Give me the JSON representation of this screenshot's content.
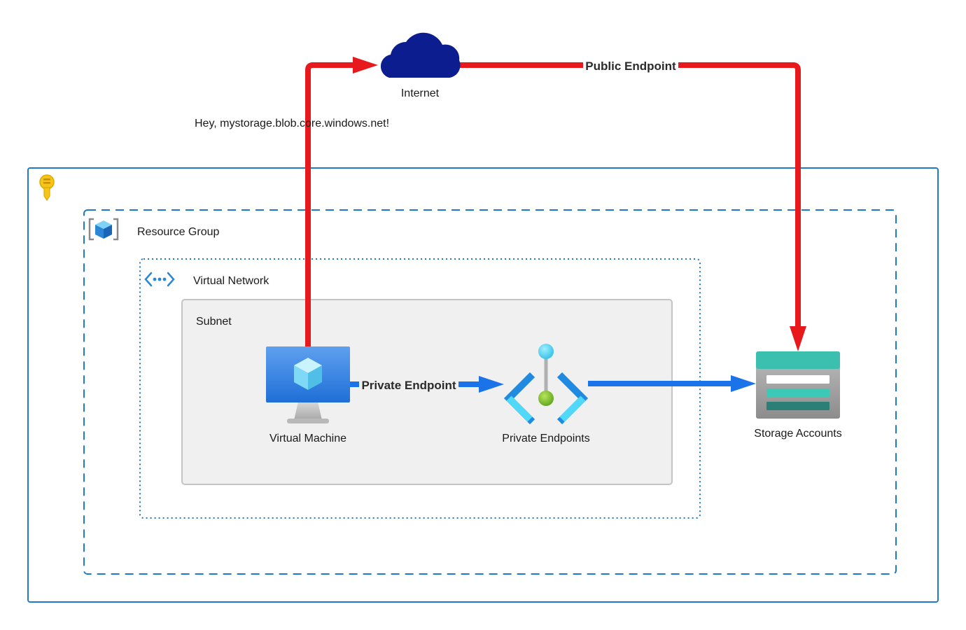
{
  "containers": {
    "resource_group_label": "Resource Group",
    "virtual_network_label": "Virtual Network",
    "subnet_label": "Subnet"
  },
  "nodes": {
    "internet": "Internet",
    "virtual_machine": "Virtual Machine",
    "private_endpoints": "Private Endpoints",
    "storage_accounts": "Storage Accounts"
  },
  "edges": {
    "dns_query": "Hey, mystorage.blob.core.windows.net!",
    "public_endpoint": "Public Endpoint",
    "private_endpoint": "Private Endpoint"
  },
  "icons": {
    "subscription": "key-icon",
    "resource_group": "resource-group-icon",
    "virtual_network": "virtual-network-icon",
    "internet": "cloud-icon",
    "virtual_machine": "virtual-machine-icon",
    "private_endpoints": "private-endpoint-icon",
    "storage_accounts": "storage-account-icon"
  },
  "colors": {
    "public_path": "#e8191c",
    "private_path": "#1a73e8",
    "container_border": "#1f78c8",
    "subnet_fill": "#f0f0f0",
    "cloud": "#0b1d8f"
  }
}
